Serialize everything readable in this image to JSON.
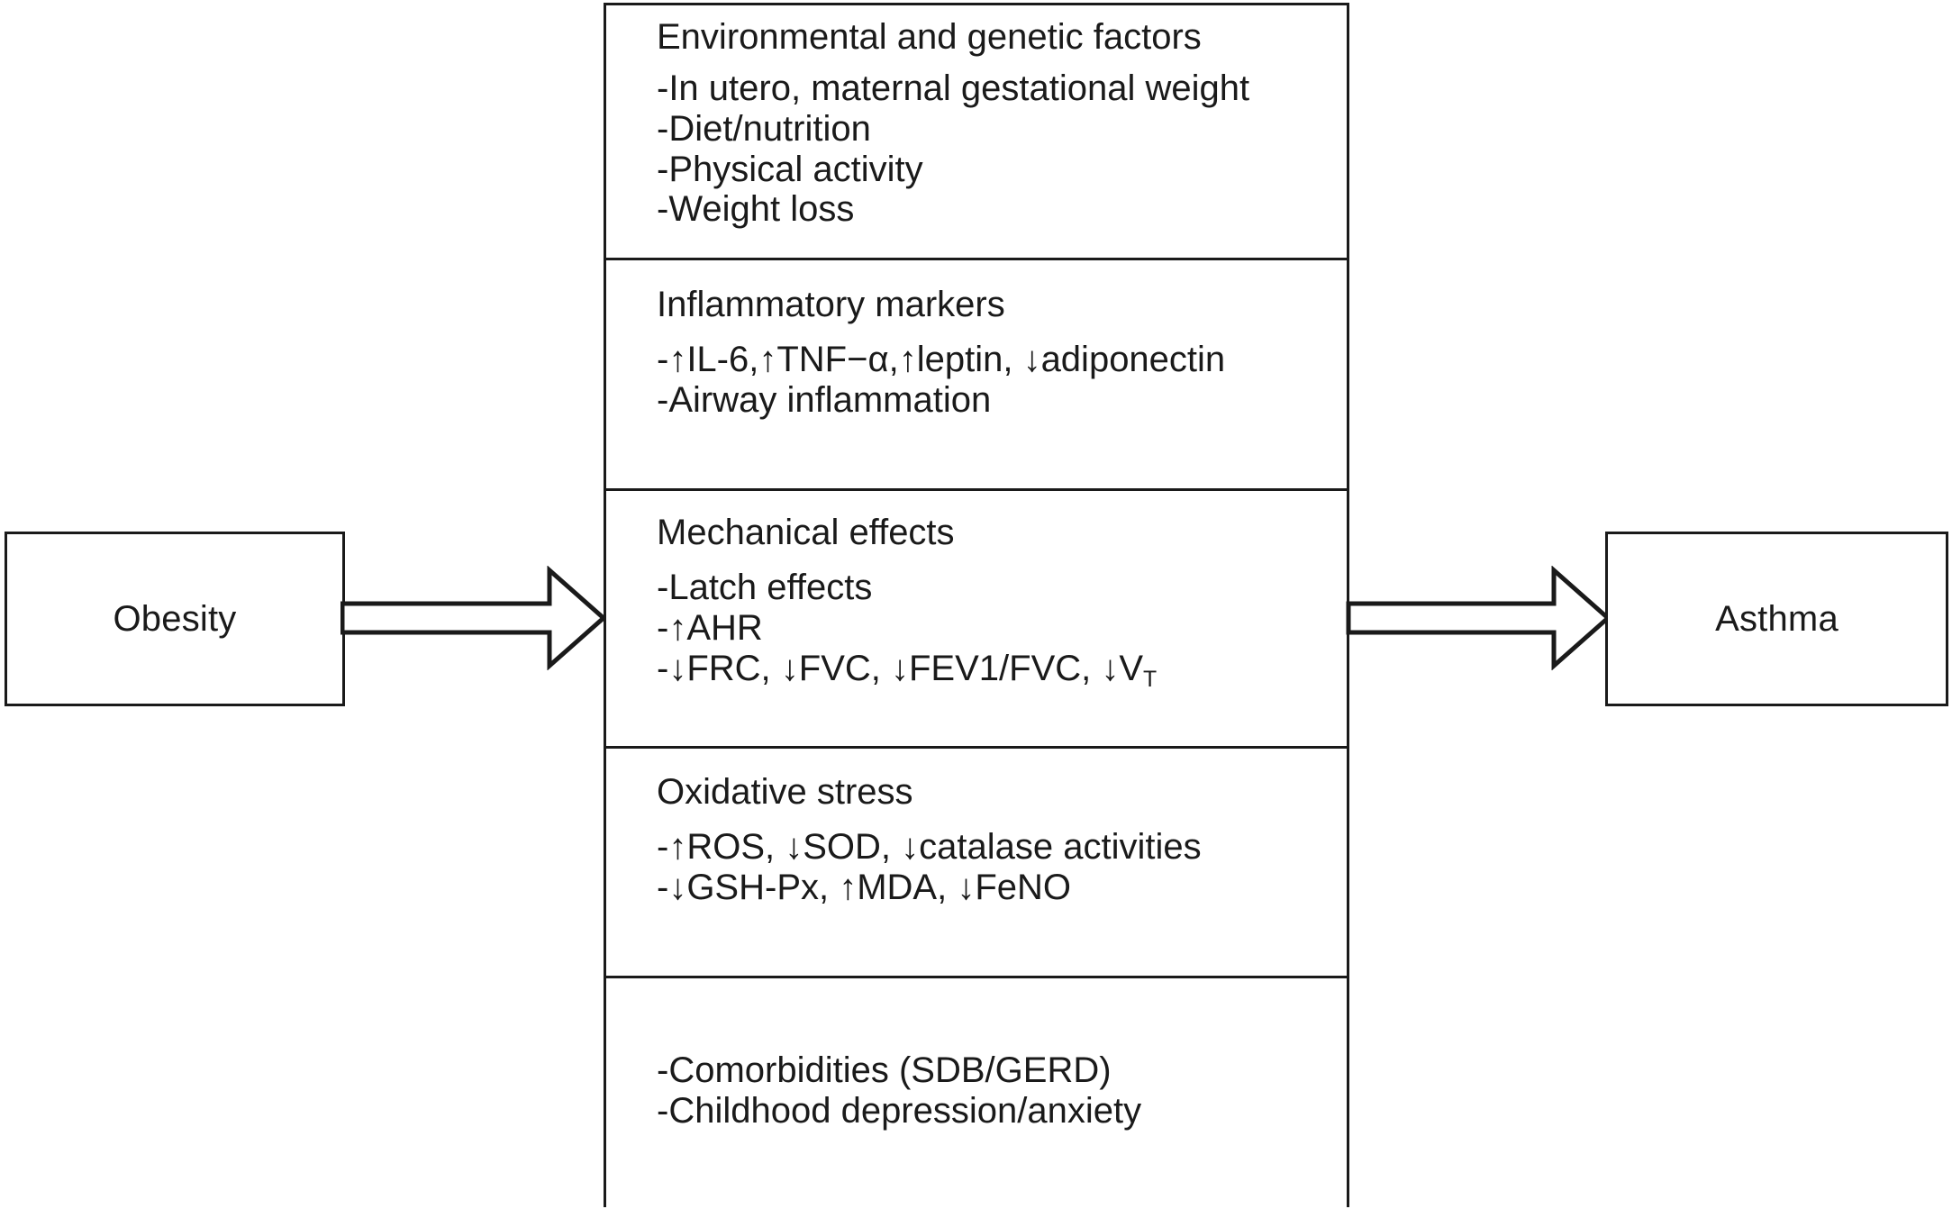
{
  "diagram": {
    "title_nodes": {
      "left": "Obesity",
      "right": "Asthma"
    },
    "colors": {
      "stroke": "#1a1a1a",
      "fill": "#ffffff",
      "text": "#1a1a1a"
    },
    "arrows": [
      {
        "name": "obesity-to-mediators",
        "direction": "right",
        "style": "open-block-arrow"
      },
      {
        "name": "mediators-to-asthma",
        "direction": "right",
        "style": "open-block-arrow"
      }
    ],
    "sections": [
      {
        "id": "environmental",
        "heading": "Environmental and genetic factors",
        "lines": [
          "-In utero, maternal gestational weight",
          "-Diet/nutrition",
          "-Physical activity",
          "-Weight loss"
        ]
      },
      {
        "id": "inflammatory",
        "heading": "Inflammatory markers",
        "lines": [
          "-↑IL-6,↑TNF−α,↑leptin, ↓adiponectin",
          "-Airway inflammation"
        ]
      },
      {
        "id": "mechanical",
        "heading": "Mechanical effects",
        "lines": [
          "-Latch effects",
          "-↑AHR"
        ],
        "line_vt_prefix": "-↓FRC, ↓FVC, ↓FEV1/FVC, ↓V",
        "line_vt_subscript": "T"
      },
      {
        "id": "oxidative",
        "heading": "Oxidative stress",
        "lines": [
          "-↑ROS, ↓SOD, ↓catalase activities",
          "-↓GSH-Px, ↑MDA, ↓FeNO"
        ]
      },
      {
        "id": "comorbidities",
        "heading": "",
        "lines": [
          "-Comorbidities (SDB/GERD)",
          "-Childhood depression/anxiety"
        ]
      }
    ]
  }
}
